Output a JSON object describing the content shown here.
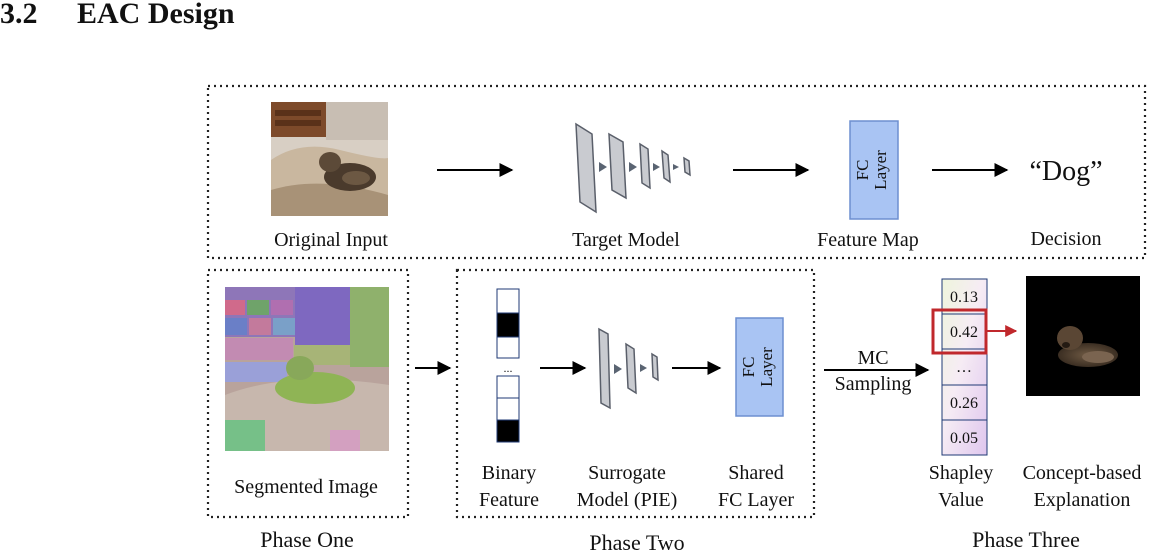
{
  "heading": {
    "number": "3.2",
    "title": "EAC Design"
  },
  "top_row": {
    "original_input": "Original Input",
    "target_model": "Target Model",
    "fc_line1": "FC",
    "fc_line2": "Layer",
    "feature_map": "Feature Map",
    "output": "“Dog”",
    "decision": "Decision"
  },
  "phase_one": {
    "segmented_image": "Segmented Image",
    "label": "Phase One"
  },
  "phase_two": {
    "binary_feature_line1": "Binary",
    "binary_feature_line2": "Feature",
    "binary_ellipsis": "...",
    "surrogate_line1": "Surrogate",
    "surrogate_line2": "Model (PIE)",
    "fc_line1": "FC",
    "fc_line2": "Layer",
    "shared_line1": "Shared",
    "shared_line2": "FC Layer",
    "label": "Phase Two"
  },
  "mc_sampling": {
    "line1": "MC",
    "line2": "Sampling"
  },
  "phase_three": {
    "shapley_values": [
      "0.13",
      "0.42",
      "…",
      "0.26",
      "0.05"
    ],
    "shapley_line1": "Shapley",
    "shapley_line2": "Value",
    "concept_line1": "Concept-based",
    "concept_line2": "Explanation",
    "label": "Phase Three"
  },
  "colors": {
    "fc_fill": "#a9c4f3",
    "fc_stroke": "#6d8fd0",
    "highlight": "#c0282c",
    "layer_fill": "#c9cbd0",
    "layer_stroke": "#5a5f6a",
    "arrowhead": "#5a6472"
  }
}
